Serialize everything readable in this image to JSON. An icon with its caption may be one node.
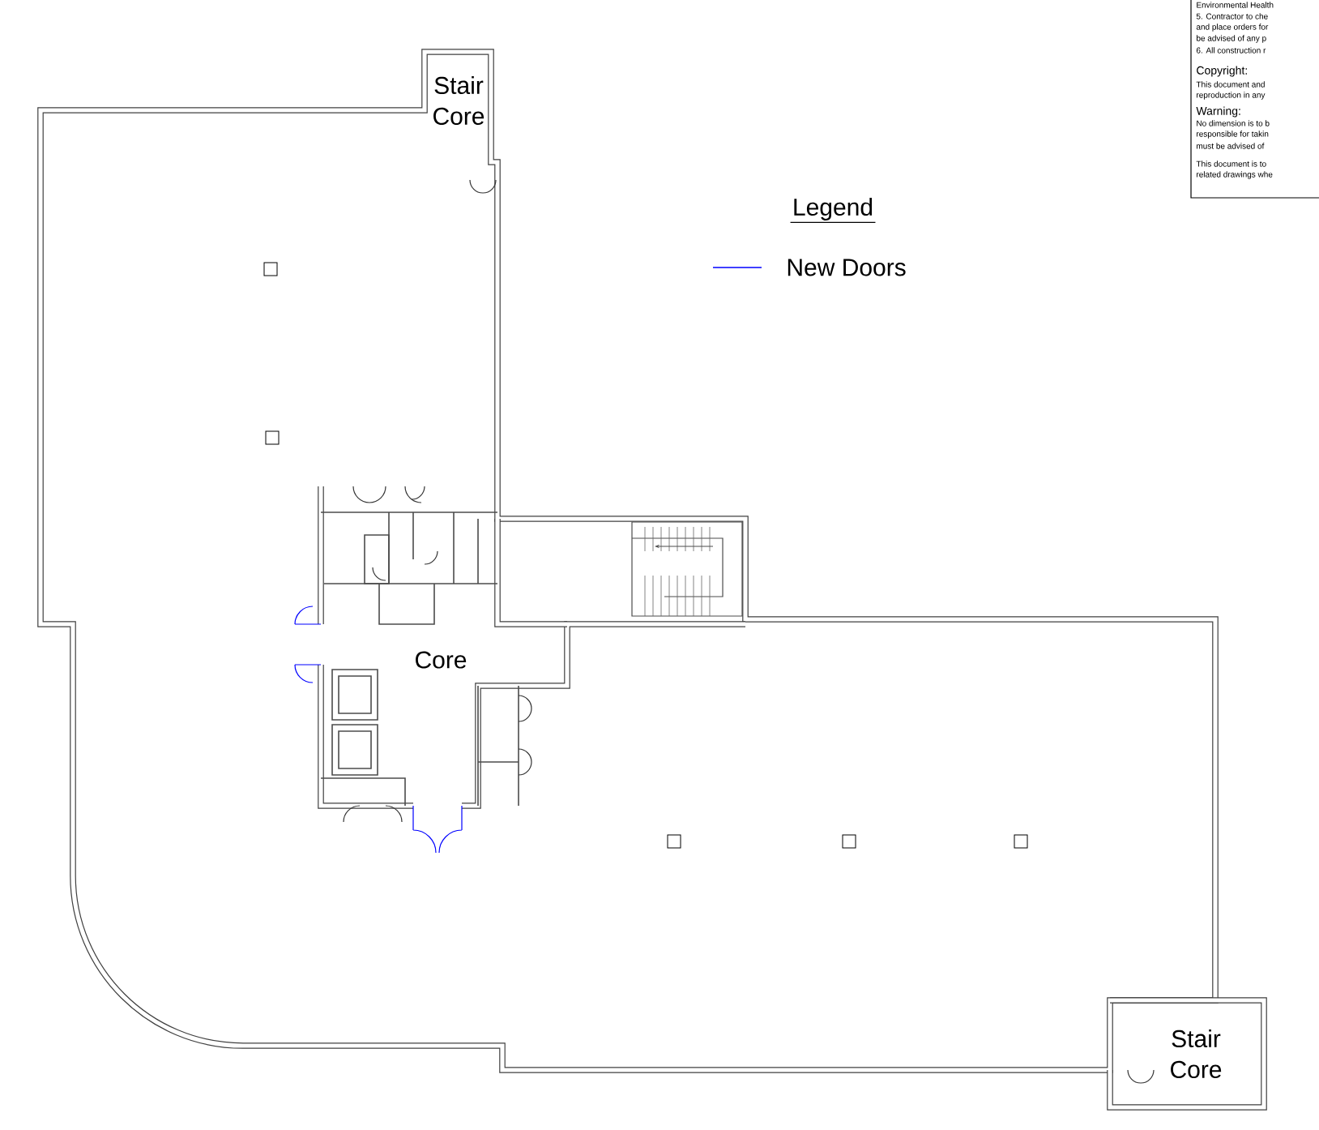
{
  "diagram": {
    "nodes": [
      {
        "text": [
          "Stair Core"
        ]
      },
      {
        "text": [
          "Core"
        ]
      },
      {
        "text": [
          "Stair Core"
        ]
      }
    ],
    "edges": [],
    "labels": [
      "Environmental Health",
      "5. Contractor to che",
      "and place orders for",
      "be advised of any p",
      "6. All construction r",
      "Copyright:",
      "This document and",
      "reproduction in any",
      "Warning:",
      "No dimension is to b",
      "responsible for takin",
      "must be advised of",
      "This document is to",
      "related drawings whe",
      "Legend"
    ],
    "legend": [
      {
        "text": "New Doors"
      }
    ]
  }
}
